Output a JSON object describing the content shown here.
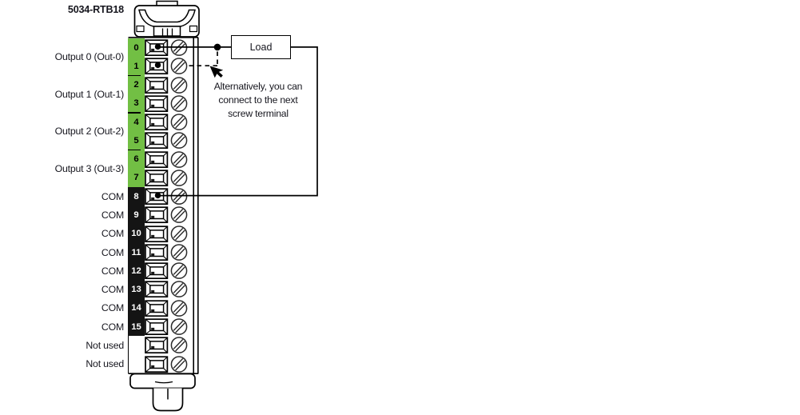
{
  "diagram": {
    "title": "5034-RTB18",
    "load_label": "Load",
    "annotation": {
      "lines": [
        "Alternatively, you can",
        "connect to the next",
        "screw terminal"
      ]
    },
    "colors": {
      "green": "#72bf44",
      "strip_black": "#141414",
      "ink": "#16161e"
    },
    "terminals": [
      {
        "num": "0",
        "strip": "green",
        "dot": true,
        "label": "",
        "label_pos": "none",
        "pair_divider": false
      },
      {
        "num": "1",
        "strip": "green",
        "dot": true,
        "label": "Output 0 (Out-0)",
        "label_pos": "pair",
        "pair_divider": true
      },
      {
        "num": "2",
        "strip": "green",
        "dot": false,
        "label": "",
        "label_pos": "none",
        "pair_divider": false
      },
      {
        "num": "3",
        "strip": "green",
        "dot": false,
        "label": "Output 1 (Out-1)",
        "label_pos": "pair",
        "pair_divider": true
      },
      {
        "num": "4",
        "strip": "green",
        "dot": false,
        "label": "",
        "label_pos": "none",
        "pair_divider": false
      },
      {
        "num": "5",
        "strip": "green",
        "dot": false,
        "label": "Output 2 (Out-2)",
        "label_pos": "pair",
        "pair_divider": true
      },
      {
        "num": "6",
        "strip": "green",
        "dot": false,
        "label": "",
        "label_pos": "none",
        "pair_divider": false
      },
      {
        "num": "7",
        "strip": "green",
        "dot": false,
        "label": "Output 3 (Out-3)",
        "label_pos": "pair",
        "pair_divider": false
      },
      {
        "num": "8",
        "strip": "black",
        "dot": true,
        "label": "COM",
        "label_pos": "center",
        "pair_divider": false
      },
      {
        "num": "9",
        "strip": "black",
        "dot": false,
        "label": "COM",
        "label_pos": "center",
        "pair_divider": false
      },
      {
        "num": "10",
        "strip": "black",
        "dot": false,
        "label": "COM",
        "label_pos": "center",
        "pair_divider": false
      },
      {
        "num": "11",
        "strip": "black",
        "dot": false,
        "label": "COM",
        "label_pos": "center",
        "pair_divider": false
      },
      {
        "num": "12",
        "strip": "black",
        "dot": false,
        "label": "COM",
        "label_pos": "center",
        "pair_divider": false
      },
      {
        "num": "13",
        "strip": "black",
        "dot": false,
        "label": "COM",
        "label_pos": "center",
        "pair_divider": false
      },
      {
        "num": "14",
        "strip": "black",
        "dot": false,
        "label": "COM",
        "label_pos": "center",
        "pair_divider": false
      },
      {
        "num": "15",
        "strip": "black",
        "dot": false,
        "label": "COM",
        "label_pos": "center",
        "pair_divider": false
      },
      {
        "num": "",
        "strip": "none",
        "dot": false,
        "label": "Not used",
        "label_pos": "center",
        "pair_divider": false
      },
      {
        "num": "",
        "strip": "none",
        "dot": false,
        "label": "Not used",
        "label_pos": "center",
        "pair_divider": false
      }
    ]
  }
}
